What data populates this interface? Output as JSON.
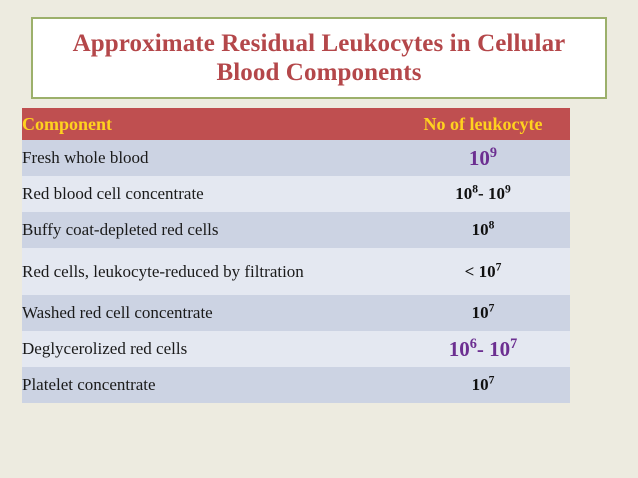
{
  "slide": {
    "background_color": "#edebe0",
    "title": {
      "text": "Approximate Residual Leukocytes in Cellular Blood Components",
      "text_color": "#b4474a",
      "border_color": "#9cb06b",
      "fill_color": "#ffffff"
    }
  },
  "table": {
    "header": {
      "background_color": "#bf4f50",
      "text_color": "#ffd21f",
      "columns": [
        {
          "label": "Component",
          "align": "left"
        },
        {
          "label": "No of leukocyte",
          "align": "center"
        }
      ]
    },
    "row_colors": {
      "dark": "#ccd3e3",
      "light": "#e4e8f1",
      "gridline": "#f3f1e6"
    },
    "accent_value_color": "#6c2f91",
    "default_value_color": "#101010",
    "rows": [
      {
        "component": "Fresh whole blood",
        "value_plain": "10⁹",
        "value_base": "10",
        "value_exponent": "9",
        "value_prefix": "",
        "value_suffix": "",
        "accent": true,
        "shade": "dark",
        "tall": false
      },
      {
        "component": "Red blood cell concentrate",
        "value_plain": "10⁸- 10⁹",
        "value_base": "10",
        "value_exponent": "8",
        "value_prefix": "",
        "value_suffix": "- 10",
        "value_suffix_exponent": "9",
        "accent": false,
        "shade": "light",
        "tall": false
      },
      {
        "component": "Buffy coat-depleted red cells",
        "value_plain": "10⁸",
        "value_base": "10",
        "value_exponent": "8",
        "value_prefix": "",
        "value_suffix": "",
        "accent": false,
        "shade": "dark",
        "tall": false
      },
      {
        "component": "Red cells, leukocyte-reduced by filtration",
        "value_plain": "< 10⁷",
        "value_base": "10",
        "value_exponent": "7",
        "value_prefix": "< ",
        "value_suffix": "",
        "accent": false,
        "shade": "light",
        "tall": true
      },
      {
        "component": "Washed red cell concentrate",
        "value_plain": "10⁷",
        "value_base": "10",
        "value_exponent": "7",
        "value_prefix": "",
        "value_suffix": "",
        "accent": false,
        "shade": "dark",
        "tall": false
      },
      {
        "component": "Deglycerolized red cells",
        "value_plain": "10⁶- 10⁷",
        "value_base": "10",
        "value_exponent": "6",
        "value_prefix": "",
        "value_suffix": "- 10",
        "value_suffix_exponent": "7",
        "accent": true,
        "shade": "light",
        "tall": false
      },
      {
        "component": "Platelet concentrate",
        "value_plain": "10⁷",
        "value_base": "10",
        "value_exponent": "7",
        "value_prefix": "",
        "value_suffix": "",
        "accent": false,
        "shade": "dark",
        "tall": false
      }
    ]
  }
}
